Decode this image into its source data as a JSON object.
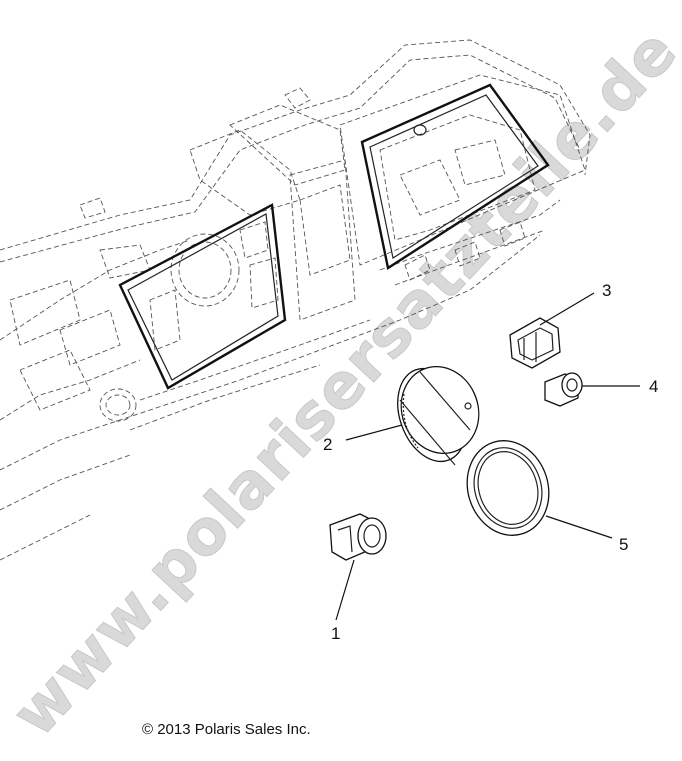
{
  "watermark": {
    "text": "www.polarisersatzteile.de",
    "color": "#d9d9d9"
  },
  "callouts": [
    {
      "number": "1",
      "part": "switch"
    },
    {
      "number": "2",
      "part": "gauge-cover"
    },
    {
      "number": "3",
      "part": "rocker-switch"
    },
    {
      "number": "4",
      "part": "power-outlet"
    },
    {
      "number": "5",
      "part": "retaining-ring"
    }
  ],
  "copyright": "© 2013 Polaris Sales Inc."
}
